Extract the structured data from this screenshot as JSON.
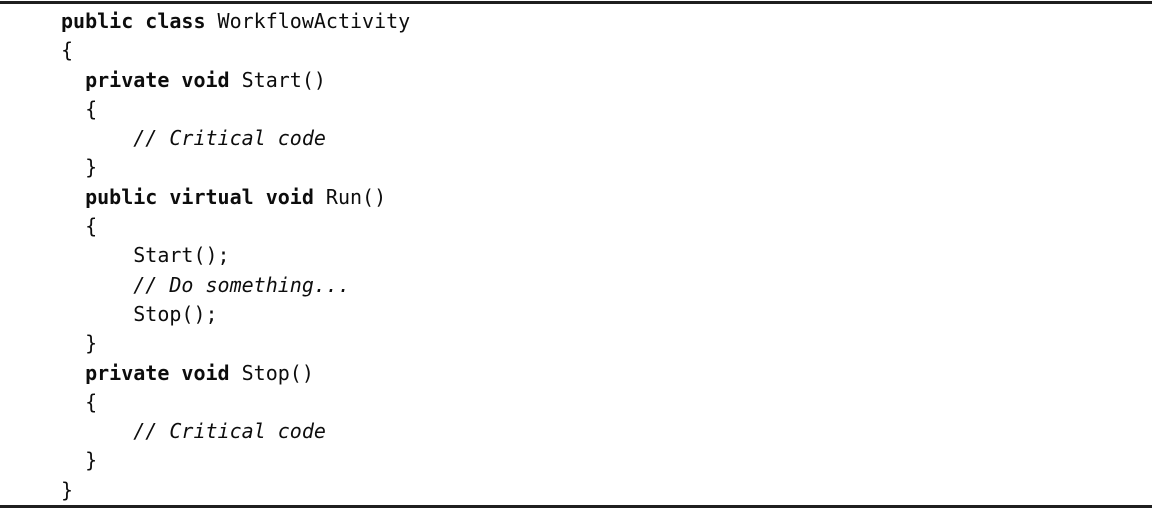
{
  "page": {
    "background": "#ffffff",
    "text_color": "#0d0d0d",
    "rule_color": "#1f1f1f"
  },
  "listing": {
    "language": "C#",
    "class_name": "WorkflowActivity",
    "lines": [
      {
        "segments": [
          {
            "style": "keyword-bold",
            "text": "public class"
          },
          {
            "style": "plain",
            "text": " WorkflowActivity"
          }
        ]
      },
      {
        "segments": [
          {
            "style": "plain",
            "text": "{"
          }
        ]
      },
      {
        "segments": [
          {
            "style": "plain",
            "text": "  "
          },
          {
            "style": "keyword-bold",
            "text": "private void"
          },
          {
            "style": "plain",
            "text": " Start()"
          }
        ]
      },
      {
        "segments": [
          {
            "style": "plain",
            "text": "  {"
          }
        ]
      },
      {
        "segments": [
          {
            "style": "comment-italic",
            "text": "      // Critical code"
          }
        ]
      },
      {
        "segments": [
          {
            "style": "plain",
            "text": "  }"
          }
        ]
      },
      {
        "segments": [
          {
            "style": "plain",
            "text": "  "
          },
          {
            "style": "keyword-bold",
            "text": "public virtual void"
          },
          {
            "style": "plain",
            "text": " Run()"
          }
        ]
      },
      {
        "segments": [
          {
            "style": "plain",
            "text": "  {"
          }
        ]
      },
      {
        "segments": [
          {
            "style": "plain",
            "text": "      Start();"
          }
        ]
      },
      {
        "segments": [
          {
            "style": "comment-italic",
            "text": "      // Do something..."
          }
        ]
      },
      {
        "segments": [
          {
            "style": "plain",
            "text": "      Stop();"
          }
        ]
      },
      {
        "segments": [
          {
            "style": "plain",
            "text": "  }"
          }
        ]
      },
      {
        "segments": [
          {
            "style": "plain",
            "text": "  "
          },
          {
            "style": "keyword-bold",
            "text": "private void"
          },
          {
            "style": "plain",
            "text": " Stop()"
          }
        ]
      },
      {
        "segments": [
          {
            "style": "plain",
            "text": "  {"
          }
        ]
      },
      {
        "segments": [
          {
            "style": "comment-italic",
            "text": "      // Critical code"
          }
        ]
      },
      {
        "segments": [
          {
            "style": "plain",
            "text": "  }"
          }
        ]
      },
      {
        "segments": [
          {
            "style": "plain",
            "text": "}"
          }
        ]
      }
    ]
  }
}
